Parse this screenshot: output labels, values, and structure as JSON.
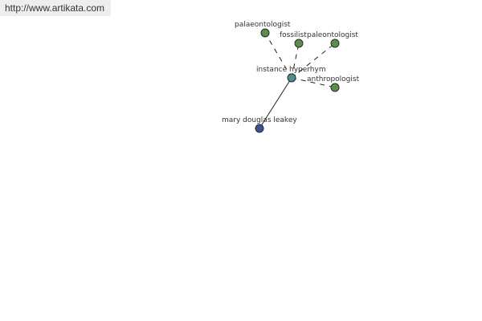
{
  "source_url": "http://www.artikata.com",
  "colors": {
    "edge": "#222222",
    "leaf_node": "#5a8f4a",
    "hub_node": "#4f8f8f",
    "root_node": "#3f4f9f",
    "node_outline": "#2a2a2a"
  },
  "graph": {
    "hub": {
      "id": "instance-hyperhym",
      "label": "instance hyperhym"
    },
    "root": {
      "id": "mary-douglas-leakey",
      "label": "mary douglas leakey"
    },
    "related": [
      {
        "id": "palaeontologist",
        "label": "palaeontologist"
      },
      {
        "id": "fossilist",
        "label": "fossilist"
      },
      {
        "id": "paleontologist",
        "label": "paleontologist"
      },
      {
        "id": "anthropologist",
        "label": "anthropologist"
      }
    ]
  }
}
